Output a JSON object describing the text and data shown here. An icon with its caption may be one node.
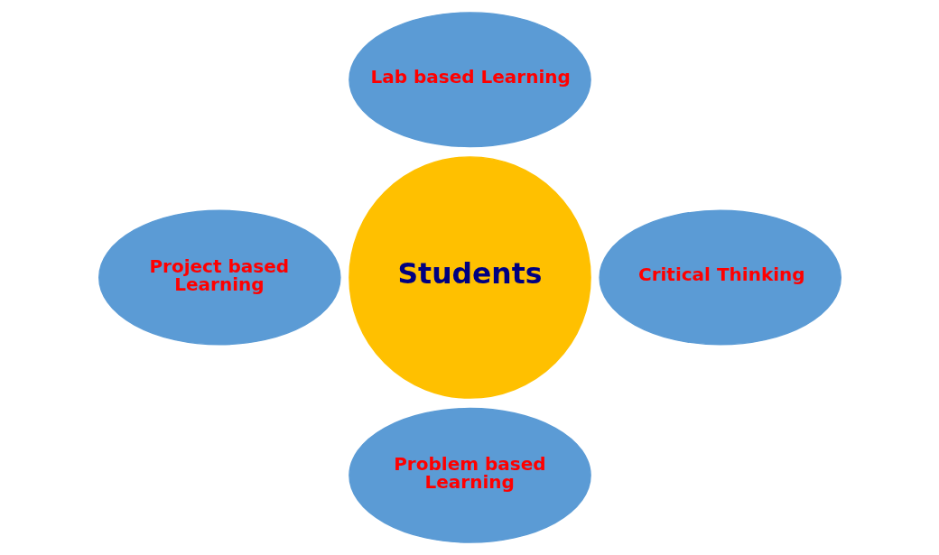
{
  "diagram": {
    "nodes": [
      {
        "text": [
          "Lab based Learning"
        ]
      },
      {
        "text": [
          "Project based Learning"
        ]
      },
      {
        "text": [
          "Students"
        ]
      },
      {
        "text": [
          "Critical Thinking"
        ]
      },
      {
        "text": [
          "Problem based Learning"
        ]
      }
    ],
    "edges": []
  }
}
